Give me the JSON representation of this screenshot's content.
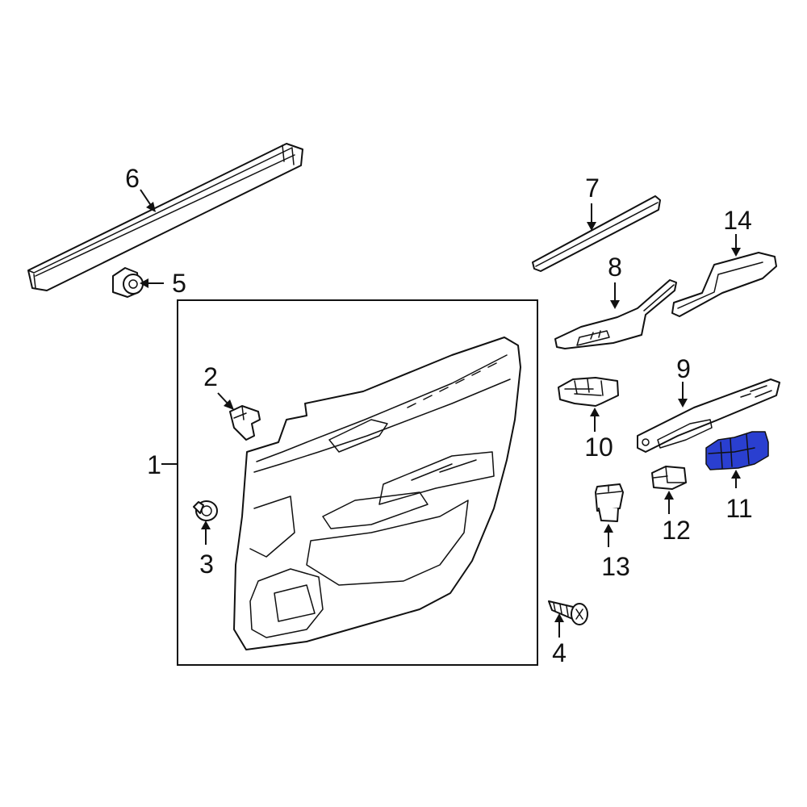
{
  "diagram": {
    "highlight_color": "#2a3fd0",
    "line_color": "#111111",
    "highlighted_part": "11",
    "callouts": [
      {
        "id": "1",
        "label": "1"
      },
      {
        "id": "2",
        "label": "2"
      },
      {
        "id": "3",
        "label": "3"
      },
      {
        "id": "4",
        "label": "4"
      },
      {
        "id": "5",
        "label": "5"
      },
      {
        "id": "6",
        "label": "6"
      },
      {
        "id": "7",
        "label": "7"
      },
      {
        "id": "8",
        "label": "8"
      },
      {
        "id": "9",
        "label": "9"
      },
      {
        "id": "10",
        "label": "10"
      },
      {
        "id": "11",
        "label": "11"
      },
      {
        "id": "12",
        "label": "12"
      },
      {
        "id": "13",
        "label": "13"
      },
      {
        "id": "14",
        "label": "14"
      }
    ]
  }
}
